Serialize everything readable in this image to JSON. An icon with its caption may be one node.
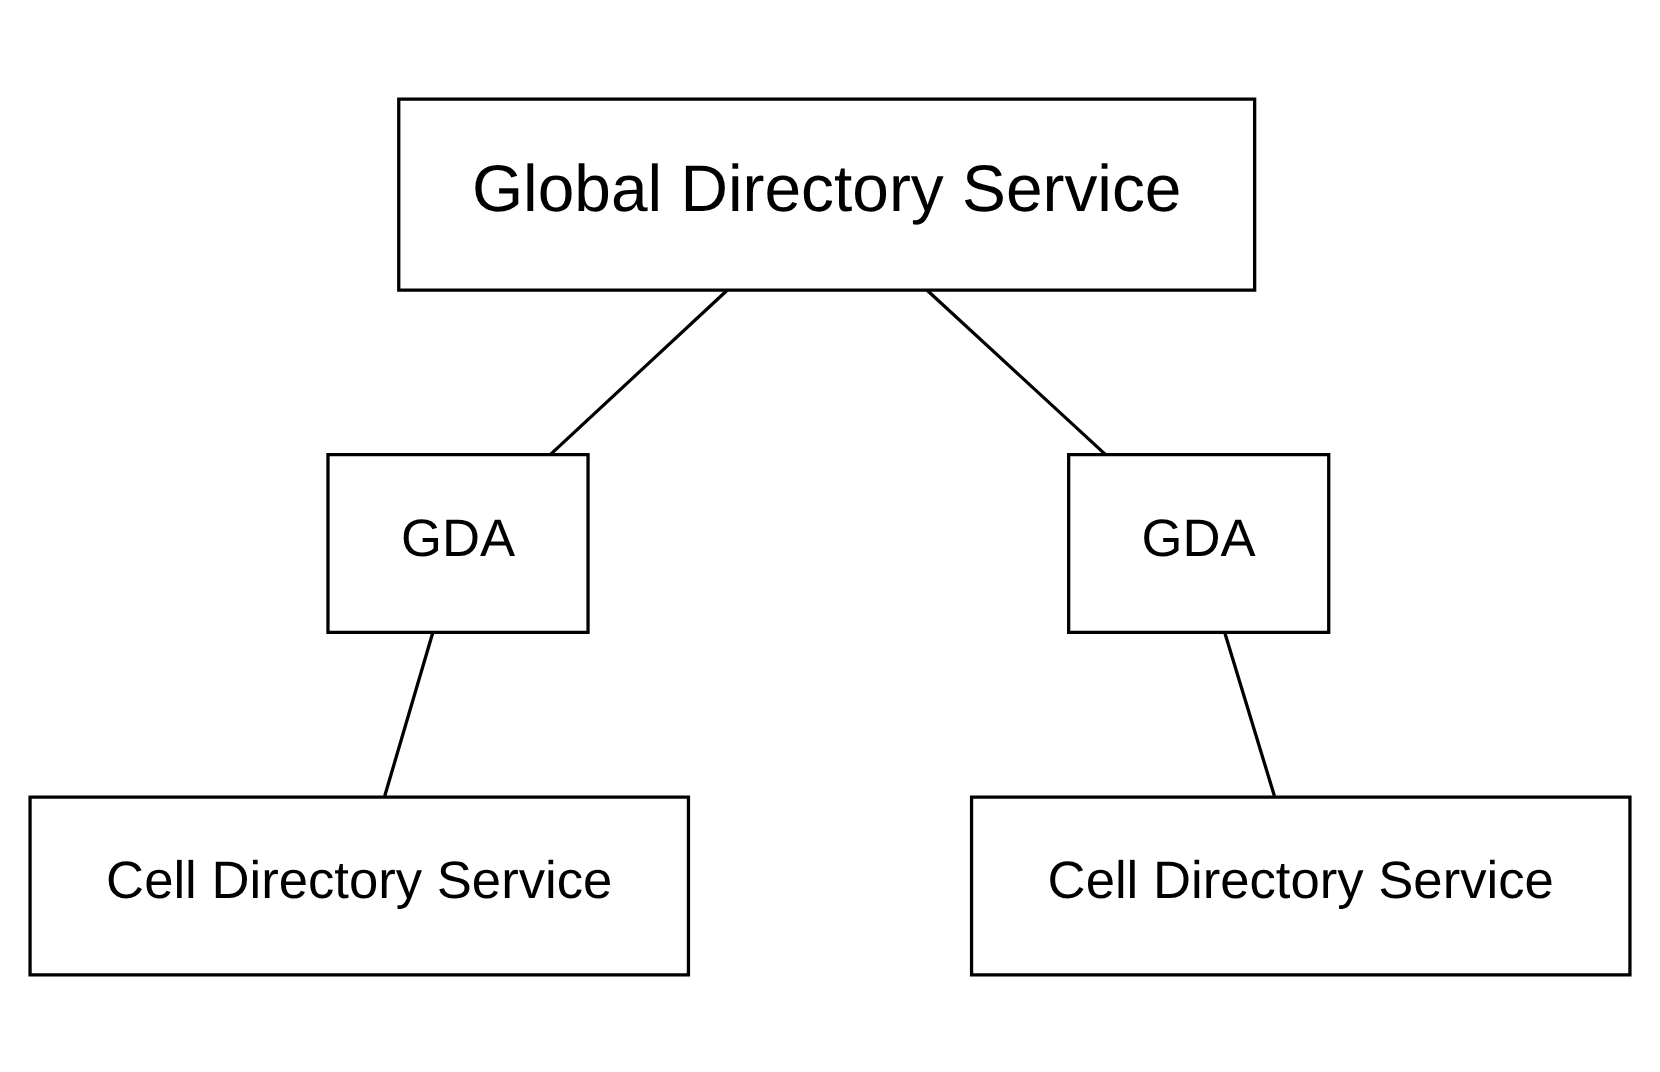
{
  "diagram": {
    "nodes": [
      {
        "text": [
          "Global Directory Service"
        ]
      },
      {
        "text": [
          "GDA"
        ]
      },
      {
        "text": [
          "GDA"
        ]
      },
      {
        "text": [
          "Cell Directory Service"
        ]
      },
      {
        "text": [
          "Cell Directory Service"
        ]
      }
    ],
    "edges": [
      {
        "from": 0,
        "to": 1,
        "arrow": "none"
      },
      {
        "from": 0,
        "to": 2,
        "arrow": "none"
      },
      {
        "from": 1,
        "to": 3,
        "arrow": "none"
      },
      {
        "from": 2,
        "to": 4,
        "arrow": "none"
      }
    ]
  }
}
